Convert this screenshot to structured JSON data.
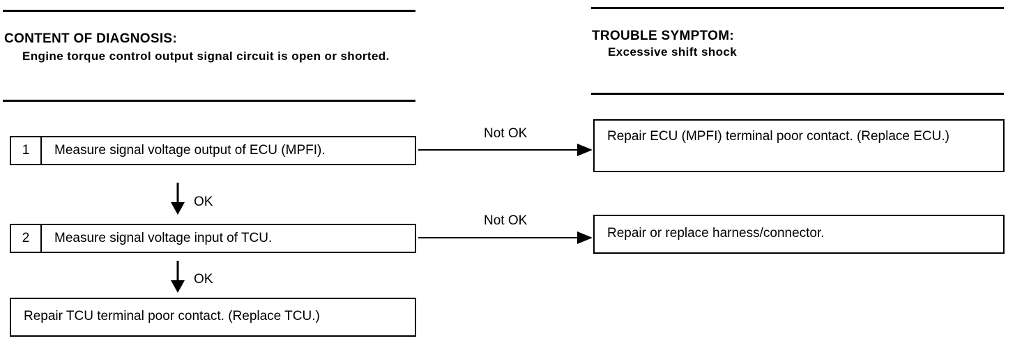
{
  "diagnosis": {
    "heading": "CONTENT OF DIAGNOSIS:",
    "description": "Engine torque control output signal circuit is open or shorted."
  },
  "symptom": {
    "heading": "TROUBLE SYMPTOM:",
    "description": "Excessive shift shock"
  },
  "steps": [
    {
      "number": "1",
      "text": "Measure signal voltage output of ECU (MPFI).",
      "ok_label": "OK",
      "not_ok_label": "Not OK",
      "not_ok_action": "Repair ECU (MPFI) terminal poor contact. (Replace ECU.)"
    },
    {
      "number": "2",
      "text": "Measure signal voltage input of TCU.",
      "ok_label": "OK",
      "not_ok_label": "Not OK",
      "not_ok_action": "Repair or replace harness/connector."
    }
  ],
  "final_action": "Repair TCU terminal poor contact. (Replace TCU.)"
}
